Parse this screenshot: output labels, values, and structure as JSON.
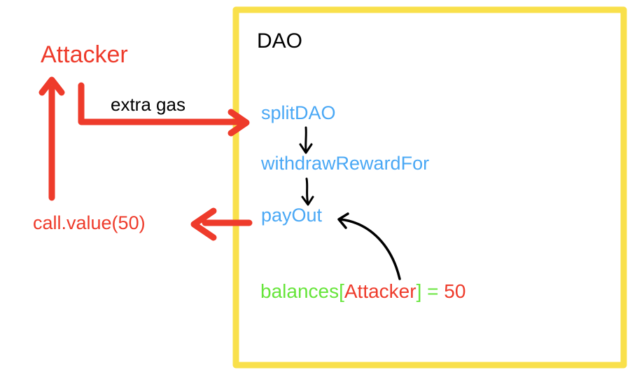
{
  "colors": {
    "box": "#f9e04b",
    "attacker": "#ee3b2b",
    "function": "#4aa8f5",
    "balance_var": "#66e53a",
    "ink": "#000000"
  },
  "dao_box": {
    "title": "DAO"
  },
  "attacker": {
    "label": "Attacker"
  },
  "edges": {
    "attacker_to_split_label": "extra gas",
    "payout_to_attacker_label": "call.value(50)"
  },
  "functions": [
    "splitDAO",
    "withdrawRewardFor",
    "payOut"
  ],
  "balance_statement": {
    "var_name": "balances",
    "open_bracket": "[",
    "key": "Attacker",
    "close_bracket": "]",
    "operator": " = ",
    "value": "50"
  }
}
